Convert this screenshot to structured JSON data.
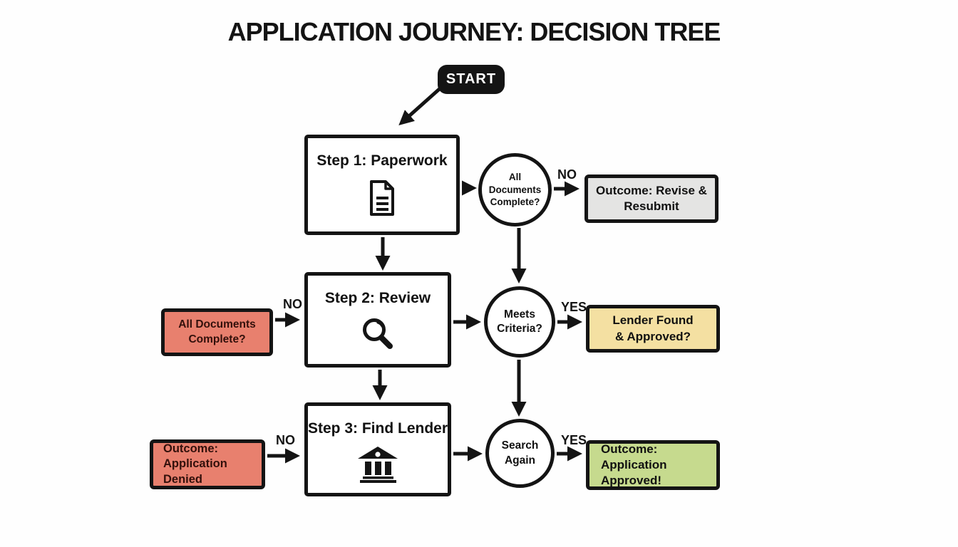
{
  "title": "APPLICATION JOURNEY: DECISION TREE",
  "start_label": "START",
  "steps": [
    {
      "label": "Step 1: Paperwork",
      "icon": "document-icon"
    },
    {
      "label": "Step 2: Review",
      "icon": "magnifier-icon"
    },
    {
      "label": "Step 3: Find Lender",
      "icon": "bank-icon"
    }
  ],
  "decisions": [
    {
      "line1": "All Documents",
      "line2": "Complete?"
    },
    {
      "line1": "Meets",
      "line2": "Criteria?"
    },
    {
      "line1": "Search",
      "line2": "Again"
    }
  ],
  "outcomes": {
    "revise": {
      "line1": "Outcome: Revise &",
      "line2": "Resubmit"
    },
    "lender": {
      "line1": "Lender Found",
      "line2": "& Approved?"
    },
    "approved": {
      "line1": "Outcome:",
      "line2": "Application Approved!"
    },
    "docs_incomplete": {
      "line1": "All Documents",
      "line2": "Complete?"
    },
    "denied": {
      "line1": "Outcome:",
      "line2": "Application Denied"
    }
  },
  "edge_labels": {
    "no": "NO",
    "yes": "YES"
  },
  "colors": {
    "line_black": "#141414",
    "outcome_gray": "#E4E4E3",
    "outcome_yellow": "#F4E0A2",
    "outcome_green": "#C6DA8E",
    "outcome_red": "#E8806E",
    "red_text": "#33100B"
  }
}
